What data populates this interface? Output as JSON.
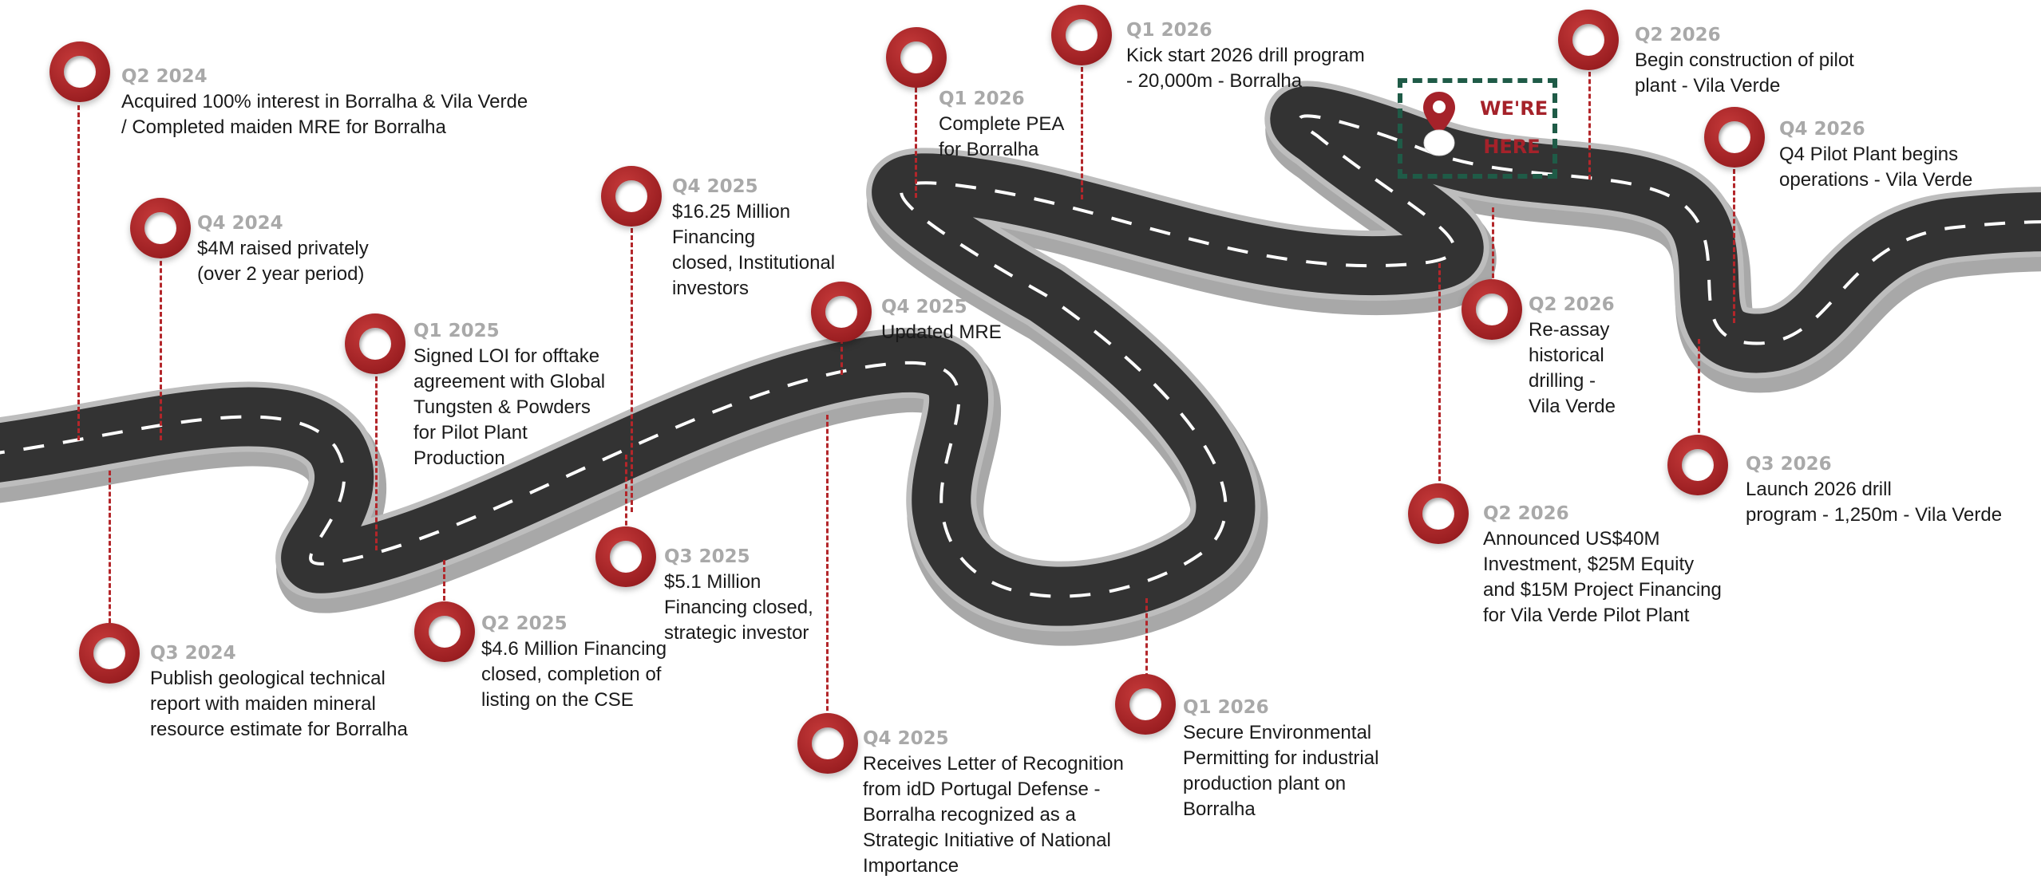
{
  "colors": {
    "road": "#333333",
    "road_edge": "#bdbdbd",
    "road_shadow": "#a8a8a8",
    "lane_dash": "#ffffff",
    "accent_red": "#a5222a",
    "quarter_grey": "#a9a9a9",
    "here_box": "#1f5b47"
  },
  "here_marker": {
    "line1": "WE'RE",
    "line2": "HERE",
    "icon": "map-pin-icon"
  },
  "milestones": [
    {
      "quarter": "Q2 2024",
      "lines": [
        "Acquired 100% interest in Borralha & Vila Verde",
        "/ Completed maiden MRE for Borralha"
      ]
    },
    {
      "quarter": "Q4 2024",
      "lines": [
        "$4M raised privately",
        "(over 2 year period)"
      ]
    },
    {
      "quarter": "Q3 2024",
      "lines": [
        "Publish geological technical",
        "report with maiden mineral",
        "resource estimate for Borralha"
      ]
    },
    {
      "quarter": "Q1 2025",
      "lines": [
        "Signed LOI for offtake",
        "agreement with Global",
        "Tungsten & Powders",
        "for Pilot Plant",
        "Production"
      ]
    },
    {
      "quarter": "Q2 2025",
      "lines": [
        "$4.6 Million Financing",
        "closed, completion of",
        "listing on the CSE"
      ]
    },
    {
      "quarter": "Q4 2025",
      "lines": [
        "$16.25 Million",
        "Financing",
        "closed, Institutional",
        "investors"
      ]
    },
    {
      "quarter": "Q3 2025",
      "lines": [
        "$5.1 Million",
        "Financing closed,",
        "strategic investor"
      ]
    },
    {
      "quarter": "Q4 2025",
      "lines": [
        "Updated MRE"
      ]
    },
    {
      "quarter": "Q4 2025",
      "lines": [
        "Receives Letter of Recognition",
        "from idD Portugal Defense -",
        "Borralha recognized as a",
        "Strategic Initiative of National",
        "Importance"
      ]
    },
    {
      "quarter": "Q1 2026",
      "lines": [
        "Complete PEA",
        "for Borralha"
      ]
    },
    {
      "quarter": "Q1 2026",
      "lines": [
        "Kick start 2026 drill program",
        "- 20,000m - Borralha"
      ]
    },
    {
      "quarter": "Q1 2026",
      "lines": [
        "Secure Environmental",
        "Permitting for industrial",
        "production plant on",
        "Borralha"
      ]
    },
    {
      "quarter": "Q2 2026",
      "lines": [
        "Announced US$40M",
        "Investment, $25M Equity",
        "and $15M Project Financing",
        "for Vila Verde Pilot Plant"
      ]
    },
    {
      "quarter": "Q2 2026",
      "lines": [
        "Re-assay",
        "historical",
        "drilling -",
        "Vila Verde"
      ]
    },
    {
      "quarter": "Q2 2026",
      "lines": [
        "Begin construction of pilot",
        "plant - Vila Verde"
      ]
    },
    {
      "quarter": "Q4 2026",
      "lines": [
        "Q4 Pilot Plant begins",
        "operations - Vila Verde"
      ]
    },
    {
      "quarter": "Q3 2026",
      "lines": [
        "Launch 2026 drill",
        "program - 1,250m - Vila Verde"
      ]
    }
  ]
}
